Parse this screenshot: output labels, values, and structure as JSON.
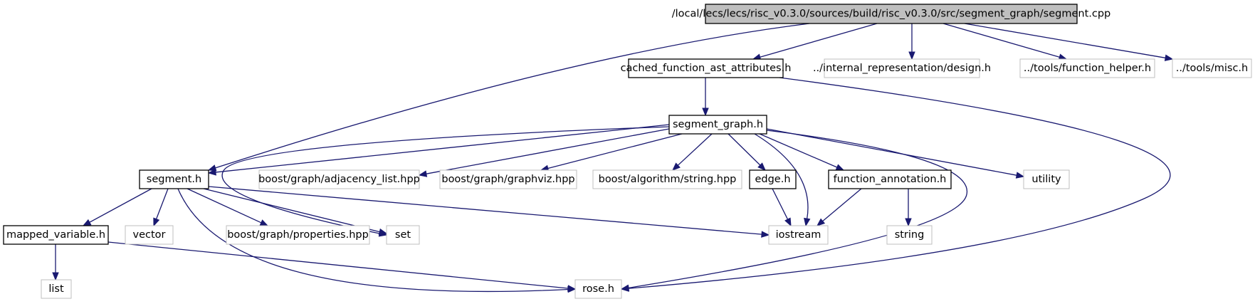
{
  "colors": {
    "root_fill": "#bfbfbf",
    "documented_border": "#000000",
    "external_border": "#bfbfbf",
    "node_fill": "#ffffff",
    "edge": "#191970",
    "text": "#000000"
  },
  "nodes": [
    {
      "id": "root",
      "label": "/local/lecs/lecs/risc_v0.3.0/sources/build/risc_v0.3.0/src/segment_graph/segment.cpp",
      "kind": "root"
    },
    {
      "id": "cfaa",
      "label": "cached_function_ast_attributes.h",
      "kind": "documented"
    },
    {
      "id": "design",
      "label": "../internal_representation/design.h",
      "kind": "external"
    },
    {
      "id": "fhelper",
      "label": "../tools/function_helper.h",
      "kind": "external"
    },
    {
      "id": "misc",
      "label": "../tools/misc.h",
      "kind": "external"
    },
    {
      "id": "sgraph",
      "label": "segment_graph.h",
      "kind": "documented"
    },
    {
      "id": "segment",
      "label": "segment.h",
      "kind": "documented"
    },
    {
      "id": "adjlist",
      "label": "boost/graph/adjacency_list.hpp",
      "kind": "external"
    },
    {
      "id": "graphviz",
      "label": "boost/graph/graphviz.hpp",
      "kind": "external"
    },
    {
      "id": "algstring",
      "label": "boost/algorithm/string.hpp",
      "kind": "external"
    },
    {
      "id": "edge",
      "label": "edge.h",
      "kind": "documented"
    },
    {
      "id": "fannot",
      "label": "function_annotation.h",
      "kind": "documented"
    },
    {
      "id": "utility",
      "label": "utility",
      "kind": "external"
    },
    {
      "id": "mapped",
      "label": "mapped_variable.h",
      "kind": "documented"
    },
    {
      "id": "vector",
      "label": "vector",
      "kind": "external"
    },
    {
      "id": "props",
      "label": "boost/graph/properties.hpp",
      "kind": "external"
    },
    {
      "id": "set",
      "label": "set",
      "kind": "external"
    },
    {
      "id": "iostream",
      "label": "iostream",
      "kind": "external"
    },
    {
      "id": "string",
      "label": "string",
      "kind": "external"
    },
    {
      "id": "list",
      "label": "list",
      "kind": "external"
    },
    {
      "id": "rose",
      "label": "rose.h",
      "kind": "external"
    }
  ],
  "edges": [
    {
      "from": "root",
      "to": "cfaa"
    },
    {
      "from": "root",
      "to": "design"
    },
    {
      "from": "root",
      "to": "fhelper"
    },
    {
      "from": "root",
      "to": "misc"
    },
    {
      "from": "root",
      "to": "segment"
    },
    {
      "from": "cfaa",
      "to": "sgraph"
    },
    {
      "from": "cfaa",
      "to": "rose"
    },
    {
      "from": "sgraph",
      "to": "segment"
    },
    {
      "from": "sgraph",
      "to": "adjlist"
    },
    {
      "from": "sgraph",
      "to": "graphviz"
    },
    {
      "from": "sgraph",
      "to": "algstring"
    },
    {
      "from": "sgraph",
      "to": "edge"
    },
    {
      "from": "sgraph",
      "to": "fannot"
    },
    {
      "from": "sgraph",
      "to": "iostream"
    },
    {
      "from": "sgraph",
      "to": "utility"
    },
    {
      "from": "sgraph",
      "to": "rose"
    },
    {
      "from": "sgraph",
      "to": "set"
    },
    {
      "from": "segment",
      "to": "mapped"
    },
    {
      "from": "segment",
      "to": "vector"
    },
    {
      "from": "segment",
      "to": "props"
    },
    {
      "from": "segment",
      "to": "set"
    },
    {
      "from": "segment",
      "to": "iostream"
    },
    {
      "from": "segment",
      "to": "rose"
    },
    {
      "from": "edge",
      "to": "iostream"
    },
    {
      "from": "fannot",
      "to": "iostream"
    },
    {
      "from": "fannot",
      "to": "string"
    },
    {
      "from": "mapped",
      "to": "list"
    },
    {
      "from": "mapped",
      "to": "rose"
    }
  ]
}
